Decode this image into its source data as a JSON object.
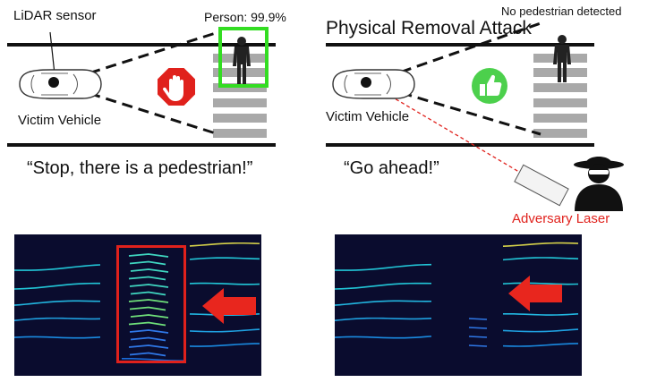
{
  "left_scene": {
    "sensor_label": "LiDAR sensor",
    "detection_label": "Person: 99.9%",
    "vehicle_label": "Victim Vehicle",
    "caption": "“Stop, there is a pedestrian!”",
    "sign_icon": "stop-hand-icon"
  },
  "right_scene": {
    "title": "Physical Removal Attack",
    "status_label": "No pedestrian detected",
    "vehicle_label": "Victim Vehicle",
    "caption": "“Go ahead!”",
    "adversary_label": "Adversary Laser",
    "sign_icon": "thumbs-up-icon"
  },
  "colors": {
    "detection_box": "#33dd22",
    "stop_sign": "#e0211c",
    "thumbs_badge": "#4cd04c",
    "laser": "#e0211c",
    "arrow": "#e8261e",
    "pointcloud_bg": "#0a0c2e"
  }
}
